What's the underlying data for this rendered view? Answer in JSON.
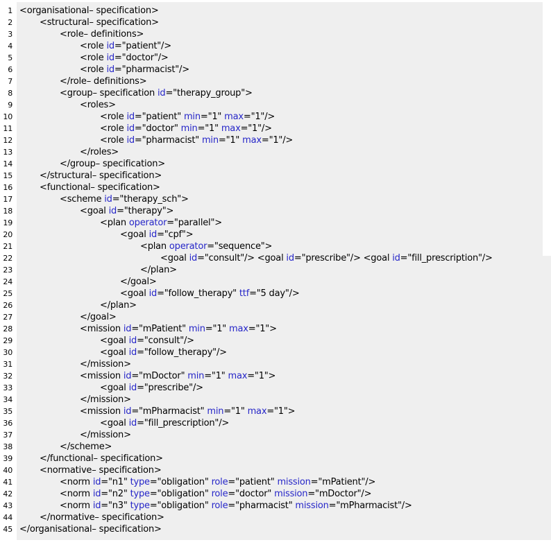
{
  "listing": {
    "lines": [
      {
        "n": "1",
        "indent": 0,
        "toks": [
          [
            "t",
            "<organisational– specification>"
          ]
        ]
      },
      {
        "n": "2",
        "indent": 1,
        "toks": [
          [
            "t",
            "<structural– specification>"
          ]
        ]
      },
      {
        "n": "3",
        "indent": 2,
        "toks": [
          [
            "t",
            "<role– definitions>"
          ]
        ]
      },
      {
        "n": "4",
        "indent": 3,
        "toks": [
          [
            "t",
            "<role "
          ],
          [
            "a",
            "id"
          ],
          [
            "s",
            "=\"patient\""
          ],
          [
            "t",
            "/>"
          ]
        ]
      },
      {
        "n": "5",
        "indent": 3,
        "toks": [
          [
            "t",
            "<role "
          ],
          [
            "a",
            "id"
          ],
          [
            "s",
            "=\"doctor\""
          ],
          [
            "t",
            "/>"
          ]
        ]
      },
      {
        "n": "6",
        "indent": 3,
        "toks": [
          [
            "t",
            "<role "
          ],
          [
            "a",
            "id"
          ],
          [
            "s",
            "=\"pharmacist\""
          ],
          [
            "t",
            "/>"
          ]
        ]
      },
      {
        "n": "7",
        "indent": 2,
        "toks": [
          [
            "t",
            "</role– definitions>"
          ]
        ]
      },
      {
        "n": "8",
        "indent": 2,
        "toks": [
          [
            "t",
            "<group– specification "
          ],
          [
            "a",
            "id"
          ],
          [
            "s",
            "=\"therapy_group\""
          ],
          [
            "t",
            ">"
          ]
        ]
      },
      {
        "n": "9",
        "indent": 3,
        "toks": [
          [
            "t",
            "<roles>"
          ]
        ]
      },
      {
        "n": "10",
        "indent": 4,
        "toks": [
          [
            "t",
            "<role "
          ],
          [
            "a",
            "id"
          ],
          [
            "s",
            "=\"patient\" "
          ],
          [
            "a",
            "min"
          ],
          [
            "s",
            "=\"1\" "
          ],
          [
            "a",
            "max"
          ],
          [
            "s",
            "=\"1\""
          ],
          [
            "t",
            "/>"
          ]
        ]
      },
      {
        "n": "11",
        "indent": 4,
        "toks": [
          [
            "t",
            "<role "
          ],
          [
            "a",
            "id"
          ],
          [
            "s",
            "=\"doctor\" "
          ],
          [
            "a",
            "min"
          ],
          [
            "s",
            "=\"1\" "
          ],
          [
            "a",
            "max"
          ],
          [
            "s",
            "=\"1\""
          ],
          [
            "t",
            "/>"
          ]
        ]
      },
      {
        "n": "12",
        "indent": 4,
        "toks": [
          [
            "t",
            "<role "
          ],
          [
            "a",
            "id"
          ],
          [
            "s",
            "=\"pharmacist\" "
          ],
          [
            "a",
            "min"
          ],
          [
            "s",
            "=\"1\" "
          ],
          [
            "a",
            "max"
          ],
          [
            "s",
            "=\"1\""
          ],
          [
            "t",
            "/>"
          ]
        ]
      },
      {
        "n": "13",
        "indent": 3,
        "toks": [
          [
            "t",
            "</roles>"
          ]
        ]
      },
      {
        "n": "14",
        "indent": 2,
        "toks": [
          [
            "t",
            "</group– specification>"
          ]
        ]
      },
      {
        "n": "15",
        "indent": 1,
        "toks": [
          [
            "t",
            "</structural– specification>"
          ]
        ]
      },
      {
        "n": "16",
        "indent": 1,
        "toks": [
          [
            "t",
            "<functional– specification>"
          ]
        ]
      },
      {
        "n": "17",
        "indent": 2,
        "toks": [
          [
            "t",
            "<scheme "
          ],
          [
            "a",
            "id"
          ],
          [
            "s",
            "=\"therapy_sch\""
          ],
          [
            "t",
            ">"
          ]
        ]
      },
      {
        "n": "18",
        "indent": 3,
        "toks": [
          [
            "t",
            "<goal "
          ],
          [
            "a",
            "id"
          ],
          [
            "s",
            "=\"therapy\""
          ],
          [
            "t",
            ">"
          ]
        ]
      },
      {
        "n": "19",
        "indent": 4,
        "toks": [
          [
            "t",
            "<plan "
          ],
          [
            "a",
            "operator"
          ],
          [
            "s",
            "=\"parallel\""
          ],
          [
            "t",
            ">"
          ]
        ]
      },
      {
        "n": "20",
        "indent": 5,
        "toks": [
          [
            "t",
            "<goal "
          ],
          [
            "a",
            "id"
          ],
          [
            "s",
            "=\"cpf\""
          ],
          [
            "t",
            ">"
          ]
        ]
      },
      {
        "n": "21",
        "indent": 6,
        "toks": [
          [
            "t",
            "<plan "
          ],
          [
            "a",
            "operator"
          ],
          [
            "s",
            "=\"sequence\""
          ],
          [
            "t",
            ">"
          ]
        ]
      },
      {
        "n": "22",
        "indent": 7,
        "toks": [
          [
            "t",
            "<goal "
          ],
          [
            "a",
            "id"
          ],
          [
            "s",
            "=\"consult\""
          ],
          [
            "t",
            "/> <goal "
          ],
          [
            "a",
            "id"
          ],
          [
            "s",
            "=\"prescribe\""
          ],
          [
            "t",
            "/> <goal "
          ],
          [
            "a",
            "id"
          ],
          [
            "s",
            "=\"fill_prescription\""
          ],
          [
            "t",
            "/>"
          ]
        ]
      },
      {
        "n": "23",
        "indent": 6,
        "toks": [
          [
            "t",
            "</plan>"
          ]
        ]
      },
      {
        "n": "24",
        "indent": 5,
        "toks": [
          [
            "t",
            "</goal>"
          ]
        ]
      },
      {
        "n": "25",
        "indent": 5,
        "toks": [
          [
            "t",
            "<goal "
          ],
          [
            "a",
            "id"
          ],
          [
            "s",
            "=\"follow_therapy\" "
          ],
          [
            "a",
            "ttf"
          ],
          [
            "s",
            "=\"5 day\""
          ],
          [
            "t",
            "/>"
          ]
        ]
      },
      {
        "n": "26",
        "indent": 4,
        "toks": [
          [
            "t",
            "</plan>"
          ]
        ]
      },
      {
        "n": "27",
        "indent": 3,
        "toks": [
          [
            "t",
            "</goal>"
          ]
        ]
      },
      {
        "n": "28",
        "indent": 3,
        "toks": [
          [
            "t",
            "<mission "
          ],
          [
            "a",
            "id"
          ],
          [
            "s",
            "=\"mPatient\" "
          ],
          [
            "a",
            "min"
          ],
          [
            "s",
            "=\"1\" "
          ],
          [
            "a",
            "max"
          ],
          [
            "s",
            "=\"1\""
          ],
          [
            "t",
            ">"
          ]
        ]
      },
      {
        "n": "29",
        "indent": 4,
        "toks": [
          [
            "t",
            "<goal "
          ],
          [
            "a",
            "id"
          ],
          [
            "s",
            "=\"consult\""
          ],
          [
            "t",
            "/>"
          ]
        ]
      },
      {
        "n": "30",
        "indent": 4,
        "toks": [
          [
            "t",
            "<goal "
          ],
          [
            "a",
            "id"
          ],
          [
            "s",
            "=\"follow_therapy\""
          ],
          [
            "t",
            "/>"
          ]
        ]
      },
      {
        "n": "31",
        "indent": 3,
        "toks": [
          [
            "t",
            "</mission>"
          ]
        ]
      },
      {
        "n": "32",
        "indent": 3,
        "toks": [
          [
            "t",
            "<mission "
          ],
          [
            "a",
            "id"
          ],
          [
            "s",
            "=\"mDoctor\" "
          ],
          [
            "a",
            "min"
          ],
          [
            "s",
            "=\"1\" "
          ],
          [
            "a",
            "max"
          ],
          [
            "s",
            "=\"1\""
          ],
          [
            "t",
            ">"
          ]
        ]
      },
      {
        "n": "33",
        "indent": 4,
        "toks": [
          [
            "t",
            "<goal "
          ],
          [
            "a",
            "id"
          ],
          [
            "s",
            "=\"prescribe\""
          ],
          [
            "t",
            "/>"
          ]
        ]
      },
      {
        "n": "34",
        "indent": 3,
        "toks": [
          [
            "t",
            "</mission>"
          ]
        ]
      },
      {
        "n": "35",
        "indent": 3,
        "toks": [
          [
            "t",
            "<mission "
          ],
          [
            "a",
            "id"
          ],
          [
            "s",
            "=\"mPharmacist\" "
          ],
          [
            "a",
            "min"
          ],
          [
            "s",
            "=\"1\" "
          ],
          [
            "a",
            "max"
          ],
          [
            "s",
            "=\"1\""
          ],
          [
            "t",
            ">"
          ]
        ]
      },
      {
        "n": "36",
        "indent": 4,
        "toks": [
          [
            "t",
            "<goal "
          ],
          [
            "a",
            "id"
          ],
          [
            "s",
            "=\"fill_prescription\""
          ],
          [
            "t",
            "/>"
          ]
        ]
      },
      {
        "n": "37",
        "indent": 3,
        "toks": [
          [
            "t",
            "</mission>"
          ]
        ]
      },
      {
        "n": "38",
        "indent": 2,
        "toks": [
          [
            "t",
            "</scheme>"
          ]
        ]
      },
      {
        "n": "39",
        "indent": 1,
        "toks": [
          [
            "t",
            "</functional– specification>"
          ]
        ]
      },
      {
        "n": "40",
        "indent": 1,
        "toks": [
          [
            "t",
            "<normative– specification>"
          ]
        ]
      },
      {
        "n": "41",
        "indent": 2,
        "toks": [
          [
            "t",
            "<norm "
          ],
          [
            "a",
            "id"
          ],
          [
            "s",
            "=\"n1\" "
          ],
          [
            "a",
            "type"
          ],
          [
            "s",
            "=\"obligation\" "
          ],
          [
            "a",
            "role"
          ],
          [
            "s",
            "=\"patient\" "
          ],
          [
            "a",
            "mission"
          ],
          [
            "s",
            "=\"mPatient\""
          ],
          [
            "t",
            "/>"
          ]
        ]
      },
      {
        "n": "42",
        "indent": 2,
        "toks": [
          [
            "t",
            "<norm "
          ],
          [
            "a",
            "id"
          ],
          [
            "s",
            "=\"n2\" "
          ],
          [
            "a",
            "type"
          ],
          [
            "s",
            "=\"obligation\" "
          ],
          [
            "a",
            "role"
          ],
          [
            "s",
            "=\"doctor\" "
          ],
          [
            "a",
            "mission"
          ],
          [
            "s",
            "=\"mDoctor\""
          ],
          [
            "t",
            "/>"
          ]
        ]
      },
      {
        "n": "43",
        "indent": 2,
        "toks": [
          [
            "t",
            "<norm "
          ],
          [
            "a",
            "id"
          ],
          [
            "s",
            "=\"n3\" "
          ],
          [
            "a",
            "type"
          ],
          [
            "s",
            "=\"obligation\" "
          ],
          [
            "a",
            "role"
          ],
          [
            "s",
            "=\"pharmacist\" "
          ],
          [
            "a",
            "mission"
          ],
          [
            "s",
            "=\"mPharmacist\""
          ],
          [
            "t",
            "/>"
          ]
        ]
      },
      {
        "n": "44",
        "indent": 1,
        "toks": [
          [
            "t",
            "</normative– specification>"
          ]
        ]
      },
      {
        "n": "45",
        "indent": 0,
        "toks": [
          [
            "t",
            "</organisational– specification>"
          ]
        ]
      }
    ]
  }
}
